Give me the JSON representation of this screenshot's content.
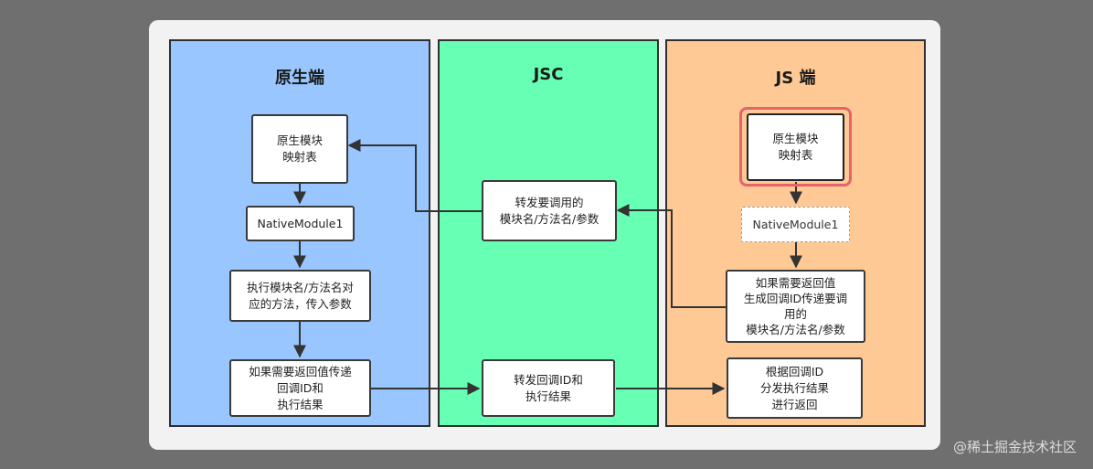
{
  "colors": {
    "background": "#6f6f6f",
    "card": "#f2f2f2",
    "native_column": "#99c6ff",
    "jsc_column": "#66ffb3",
    "js_column": "#ffc996",
    "highlight": "#e4646a",
    "line": "#333333"
  },
  "columns": {
    "native": {
      "title": "原生端"
    },
    "jsc": {
      "title": "JSC"
    },
    "js": {
      "title": "JS 端"
    }
  },
  "native_boxes": {
    "module_map": "原生模块\n映射表",
    "native_module": "NativeModule1",
    "execute": "执行模块名/方法名对\n应的方法，传入参数",
    "return_result": "如果需要返回值传递\n回调ID和\n执行结果"
  },
  "jsc_boxes": {
    "forward_call": "转发要调用的\n模块名/方法名/参数",
    "forward_callback": "转发回调ID和\n执行结果"
  },
  "js_boxes": {
    "module_map": "原生模块\n映射表",
    "native_module": "NativeModule1",
    "generate_callback": "如果需要返回值\n生成回调ID传递要调\n用的\n模块名/方法名/参数",
    "dispatch_result": "根据回调ID\n分发执行结果\n进行返回"
  },
  "watermark": "@稀土掘金技术社区"
}
